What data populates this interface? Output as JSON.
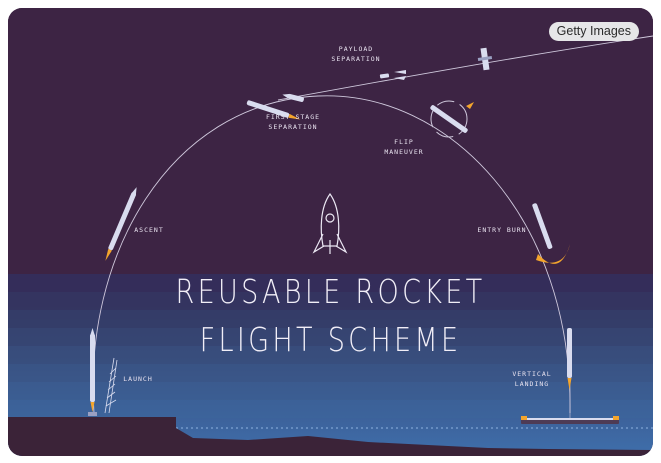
{
  "watermark": {
    "label": "Getty Images"
  },
  "title": {
    "line1": "REUSABLE ROCKET",
    "line2": "FLIGHT SCHEME"
  },
  "stages": {
    "launch": "LAUNCH",
    "ascent": "ASCENT",
    "first_stage_separation": "FIRST STAGE\nSEPARATION",
    "payload_separation": "PAYLOAD\nSEPARATION",
    "flip_maneuver": "FLIP\nMANEUVER",
    "entry_burn": "ENTRY BURN",
    "vertical_landing": "VERTICAL\nLANDING"
  },
  "colors": {
    "sky": "#3d2444",
    "sea_top": "#35305e",
    "sea_bottom": "#3d6aa6",
    "ground": "#3b2338",
    "rocket": "#d9dcef",
    "flame": "#f4a52c",
    "trajectory": "#cfc8dc"
  },
  "icons": [
    "rocket-icon",
    "getty-watermark"
  ]
}
